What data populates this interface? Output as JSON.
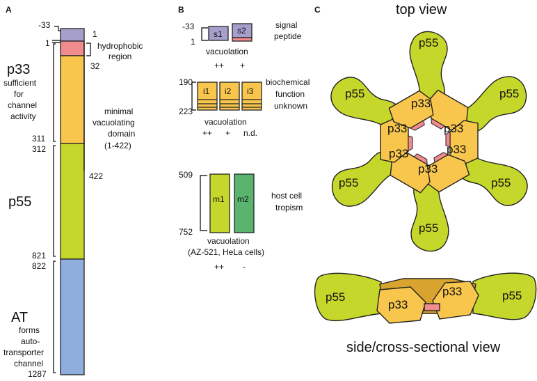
{
  "panels": {
    "a": "A",
    "b": "B",
    "c": "C"
  },
  "colors": {
    "signal": "#a79fcb",
    "hydrophobic": "#f08c8e",
    "p33": "#f8c64c",
    "p55": "#c6d72b",
    "at": "#8faedd",
    "m2": "#5ab36f"
  },
  "panel_a": {
    "ticks": {
      "t_m33": "-33",
      "t_1": "1",
      "t_1b": "1",
      "t_32": "32",
      "t_311": "311",
      "t_312": "312",
      "t_422": "422",
      "t_821": "821",
      "t_822": "822",
      "t_1287": "1287"
    },
    "hydrophobic": [
      "hydrophobic",
      "region"
    ],
    "p33_title": "p33",
    "p33_desc": [
      "sufficient",
      "for",
      "channel",
      "activity"
    ],
    "minimal": [
      "minimal",
      "vacuolating",
      "domain",
      "(1-422)"
    ],
    "p55_title": "p55",
    "at_title": "AT",
    "at_desc": [
      "forms",
      "auto-",
      "transporter",
      "channel"
    ]
  },
  "panel_b": {
    "signal": {
      "start": "-33",
      "end": "1",
      "boxes": [
        "s1",
        "s2"
      ],
      "label": [
        "signal",
        "peptide"
      ],
      "vac_label": "vacuolation",
      "scores": [
        "++",
        "+"
      ]
    },
    "biochem": {
      "start": "190",
      "end": "223",
      "boxes": [
        "i1",
        "i2",
        "i3"
      ],
      "label": [
        "biochemical",
        "function",
        "unknown"
      ],
      "vac_label": "vacuolation",
      "scores": [
        "++",
        "+",
        "n.d."
      ]
    },
    "host": {
      "start": "509",
      "end": "752",
      "boxes": [
        "m1",
        "m2"
      ],
      "label": [
        "host cell",
        "tropism"
      ],
      "vac_label": [
        "vacuolation",
        "(AZ-521, HeLa cells)"
      ],
      "scores": [
        "++",
        "-"
      ]
    }
  },
  "panel_c": {
    "top_title": "top view",
    "side_title": "side/cross-sectional view",
    "p33": "p33",
    "p55": "p55"
  }
}
